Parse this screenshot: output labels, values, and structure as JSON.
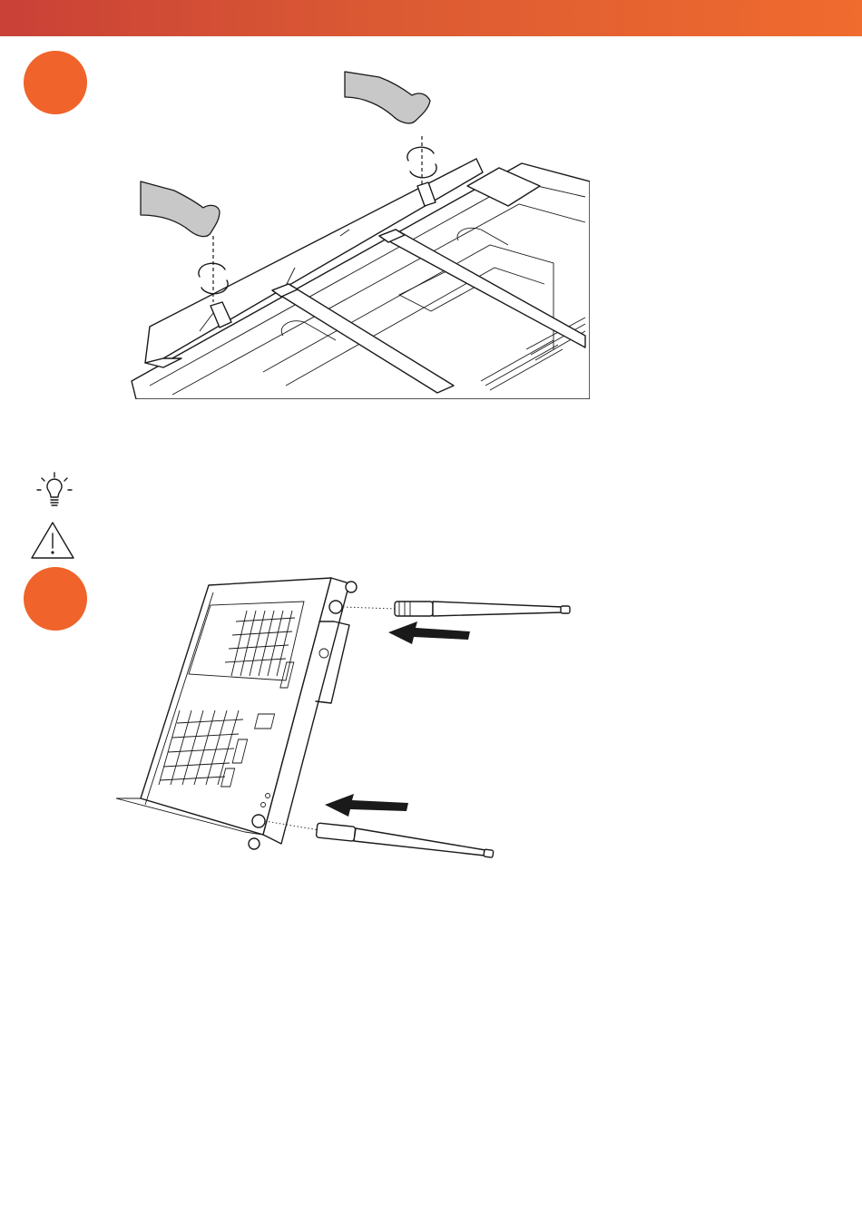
{
  "header": {
    "bar_color": "#e0552f"
  },
  "steps": [
    {
      "id": "step-1",
      "number": "",
      "color": "#f0632a"
    },
    {
      "id": "step-2",
      "number": "",
      "color": "#f0632a"
    }
  ],
  "icons": {
    "tip": "lightbulb-icon",
    "warning": "warning-triangle-icon"
  },
  "illustrations": {
    "display": "hands-screwing-bracket-on-display-back",
    "module": "pc-module-with-two-antennas"
  }
}
